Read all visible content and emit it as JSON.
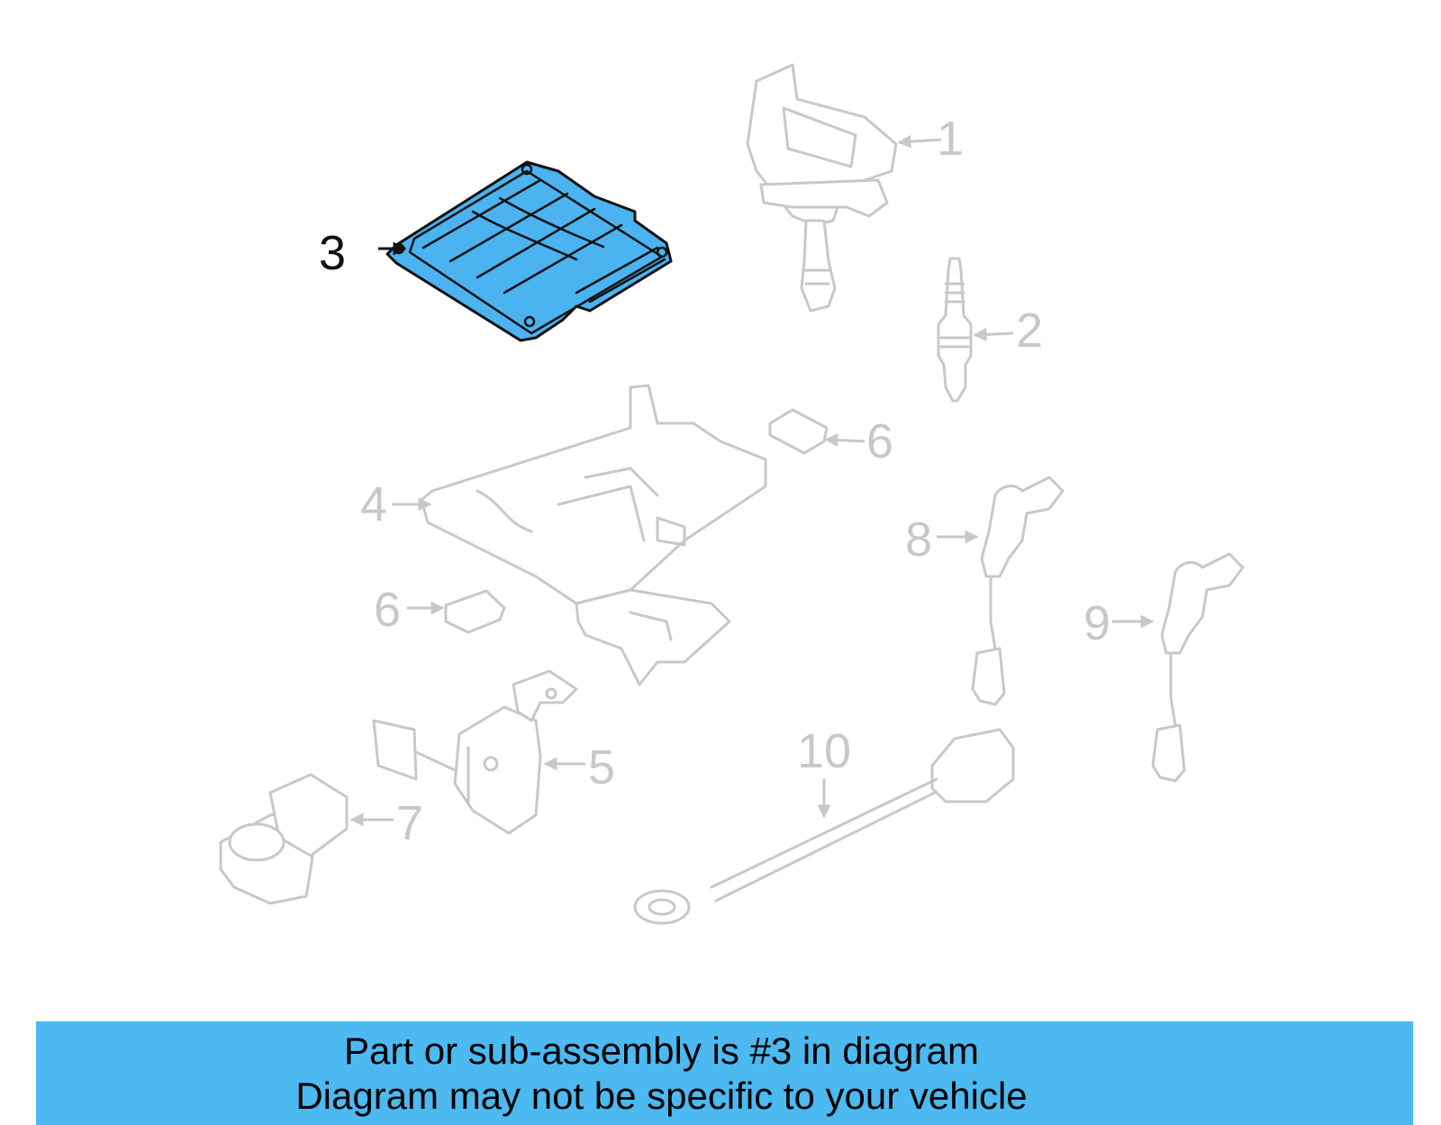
{
  "callouts": [
    {
      "id": "1",
      "label": "1"
    },
    {
      "id": "2",
      "label": "2"
    },
    {
      "id": "3",
      "label": "3"
    },
    {
      "id": "4",
      "label": "4"
    },
    {
      "id": "5",
      "label": "5"
    },
    {
      "id": "6a",
      "label": "6"
    },
    {
      "id": "6b",
      "label": "6"
    },
    {
      "id": "7",
      "label": "7"
    },
    {
      "id": "8",
      "label": "8"
    },
    {
      "id": "9",
      "label": "9"
    },
    {
      "id": "10",
      "label": "10"
    }
  ],
  "highlighted_part": "3",
  "colors": {
    "highlight": "#4ab3f0",
    "banner": "#4cb9f0",
    "part_outline": "#c8c8c8",
    "active_outline": "#111111"
  },
  "banner": {
    "line1": "Part or sub-assembly is #3 in diagram",
    "line2": "Diagram may not be specific to your vehicle"
  }
}
